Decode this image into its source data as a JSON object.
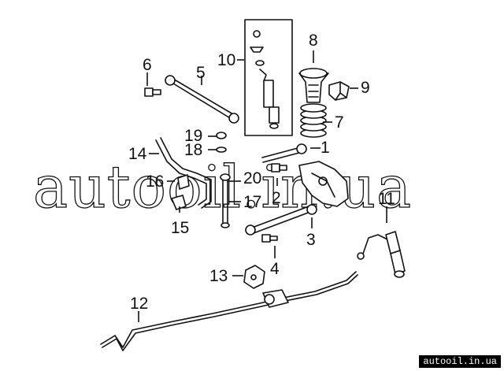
{
  "callouts": [
    {
      "id": "1",
      "label": "1"
    },
    {
      "id": "2",
      "label": "2"
    },
    {
      "id": "3",
      "label": "3"
    },
    {
      "id": "4",
      "label": "4"
    },
    {
      "id": "5",
      "label": "5"
    },
    {
      "id": "6",
      "label": "6"
    },
    {
      "id": "7",
      "label": "7"
    },
    {
      "id": "8",
      "label": "8"
    },
    {
      "id": "9",
      "label": "9"
    },
    {
      "id": "10",
      "label": "10"
    },
    {
      "id": "11",
      "label": "11"
    },
    {
      "id": "12",
      "label": "12"
    },
    {
      "id": "13",
      "label": "13"
    },
    {
      "id": "14",
      "label": "14"
    },
    {
      "id": "15",
      "label": "15"
    },
    {
      "id": "16",
      "label": "16"
    },
    {
      "id": "17",
      "label": "17"
    },
    {
      "id": "18",
      "label": "18"
    },
    {
      "id": "19",
      "label": "19"
    },
    {
      "id": "20",
      "label": "20"
    }
  ],
  "watermark": {
    "text": "autooil.in.ua"
  },
  "site_label": {
    "text": "autooil.in.ua"
  }
}
